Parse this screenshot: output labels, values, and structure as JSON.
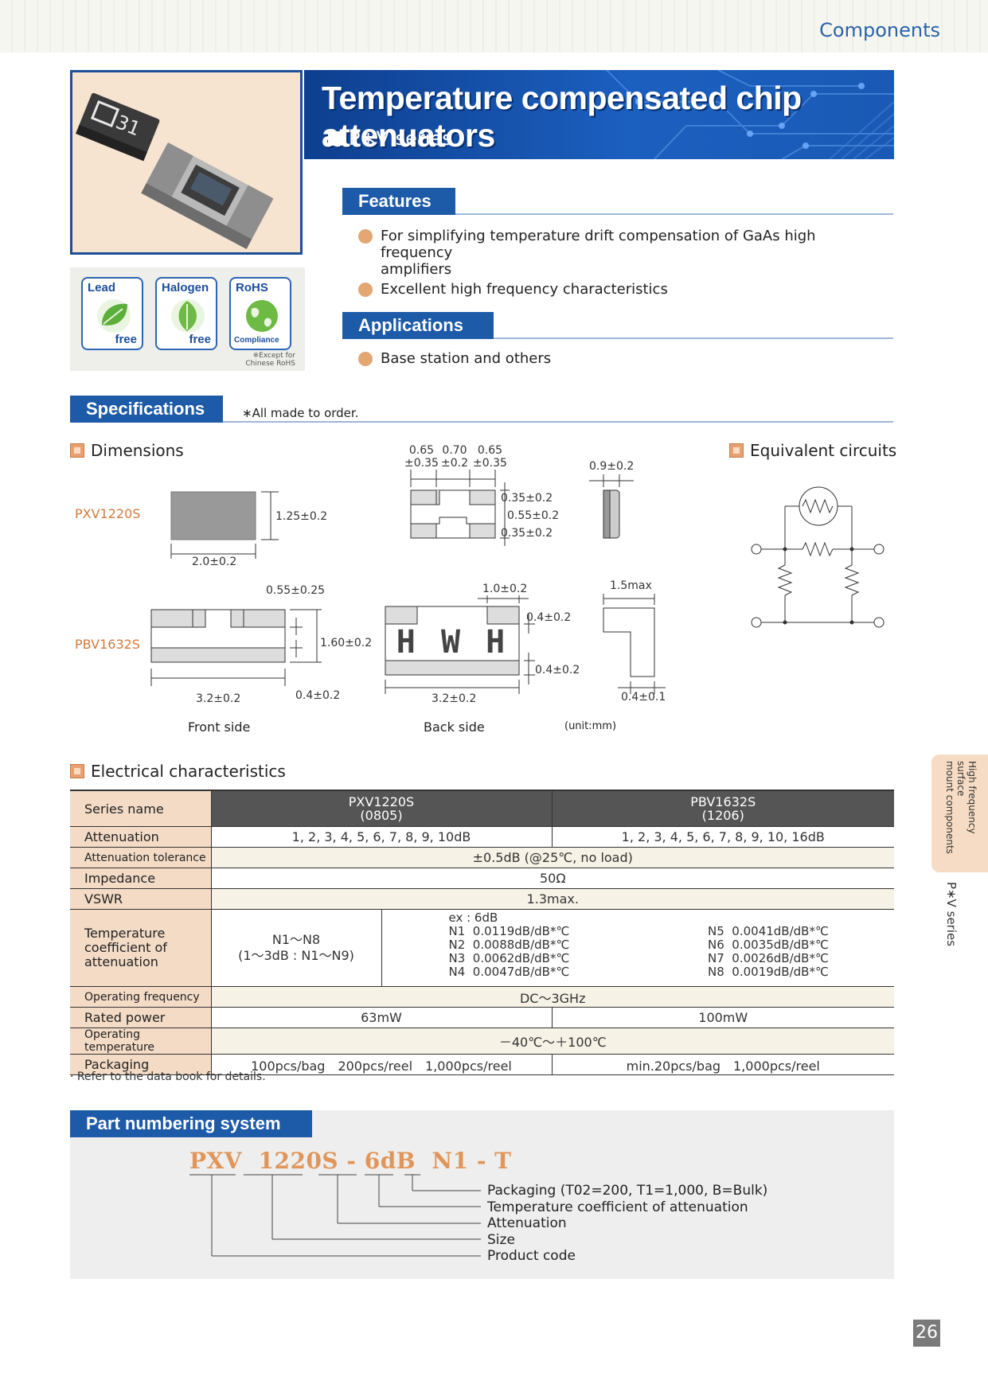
{
  "header": {
    "section_label": "Components",
    "title": "Temperature compensated chip attenuators",
    "series": "P∗V series"
  },
  "badges": {
    "lead": {
      "top": "Lead",
      "bottom": "free"
    },
    "halogen": {
      "top": "Halogen",
      "bottom": "free"
    },
    "rohs": {
      "top": "RoHS",
      "bottom": "Compliance"
    },
    "note_line1": "※Except for",
    "note_line2": "Chinese RoHS"
  },
  "features": {
    "heading": "Features",
    "items": [
      "For simplifying temperature drift compensation of GaAs high frequency",
      "amplifiers",
      "Excellent high frequency characteristics"
    ]
  },
  "applications": {
    "heading": "Applications",
    "items": [
      "Base station and others"
    ]
  },
  "specifications": {
    "heading": "Specifications",
    "note": "∗All made to order."
  },
  "dimensions": {
    "heading": "Dimensions",
    "equiv_heading": "Equivalent circuits",
    "pxv_label": "PXV1220S",
    "pbv_label": "PBV1632S",
    "pxv": {
      "height": "1.25±0.2",
      "width": "2.0±0.2",
      "top_a1": "0.65",
      "top_a2": "±0.35",
      "top_b1": "0.70",
      "top_b2": "±0.2",
      "top_c1": "0.65",
      "top_c2": "±0.35",
      "side_w": "0.9±0.2",
      "r1": "0.35±0.2",
      "r2": "0.55±0.2",
      "r3": "0.35±0.2"
    },
    "pbv": {
      "front_top": "0.55±0.25",
      "front_h": "1.60±0.2",
      "front_w": "3.2±0.2",
      "front_bot": "0.4±0.2",
      "back_top": "1.0±0.2",
      "back_r1": "0.4±0.2",
      "back_r2": "0.4±0.2",
      "back_w": "3.2±0.2",
      "side_top": "1.5max",
      "side_bot": "0.4±0.1",
      "marking": "H W H"
    },
    "front_caption": "Front side",
    "back_caption": "Back side",
    "unit": "(unit:mm)"
  },
  "electrical": {
    "heading": "Electrical characteristics",
    "col_series": "Series name",
    "pxv_name": "PXV1220S",
    "pxv_size": "(0805)",
    "pbv_name": "PBV1632S",
    "pbv_size": "(1206)",
    "rows": {
      "attenuation": {
        "label": "Attenuation",
        "pxv": "1, 2, 3, 4, 5, 6, 7, 8, 9, 10dB",
        "pbv": "1, 2, 3, 4, 5, 6, 7, 8, 9, 10, 16dB"
      },
      "tolerance": {
        "label": "Attenuation tolerance",
        "value": "±0.5dB (@25℃, no load)"
      },
      "impedance": {
        "label": "Impedance",
        "value": "50Ω"
      },
      "vswr": {
        "label": "VSWR",
        "value": "1.3max."
      },
      "tempco": {
        "label1": "Temperature",
        "label2": "coefficient of",
        "label3": "attenuation",
        "pxv1": "N1～N8",
        "pxv2": "(1～3dB : N1～N9)",
        "ex": "ex : 6dB",
        "left": "N1  0.0119dB/dB*℃\nN2  0.0088dB/dB*℃\nN3  0.0062dB/dB*℃\nN4  0.0047dB/dB*℃",
        "right": "N5  0.0041dB/dB*℃\nN6  0.0035dB/dB*℃\nN7  0.0026dB/dB*℃\nN8  0.0019dB/dB*℃"
      },
      "freq": {
        "label": "Operating frequency",
        "value": "DC～3GHz"
      },
      "power": {
        "label": "Rated power",
        "pxv": "63mW",
        "pbv": "100mW"
      },
      "optemp": {
        "label": "Operating temperature",
        "value": "－40℃～＋100℃"
      },
      "packaging": {
        "label": "Packaging",
        "pxv": "100pcs/bag　200pcs/reel　1,000pcs/reel",
        "pbv": "min.20pcs/bag　1,000pcs/reel"
      }
    },
    "footnote": "· Refer to the data book for details."
  },
  "side_tab": {
    "line1": "High frequency surface",
    "line2": "mount components",
    "series": "P∗V series"
  },
  "part_numbering": {
    "heading": "Part numbering system",
    "code": "PXV  1220S - 6dB  N1 - T",
    "labels": [
      "Packaging  (T02=200, T1=1,000, B=Bulk)",
      "Temperature coefficient of attenuation",
      "Attenuation",
      "Size",
      "Product code"
    ]
  },
  "page_number": "26",
  "colors": {
    "brand_blue": "#1d5aa8",
    "accent_orange": "#e0965a",
    "label_bg": "#f3dbc6",
    "header_gray": "#555555"
  }
}
